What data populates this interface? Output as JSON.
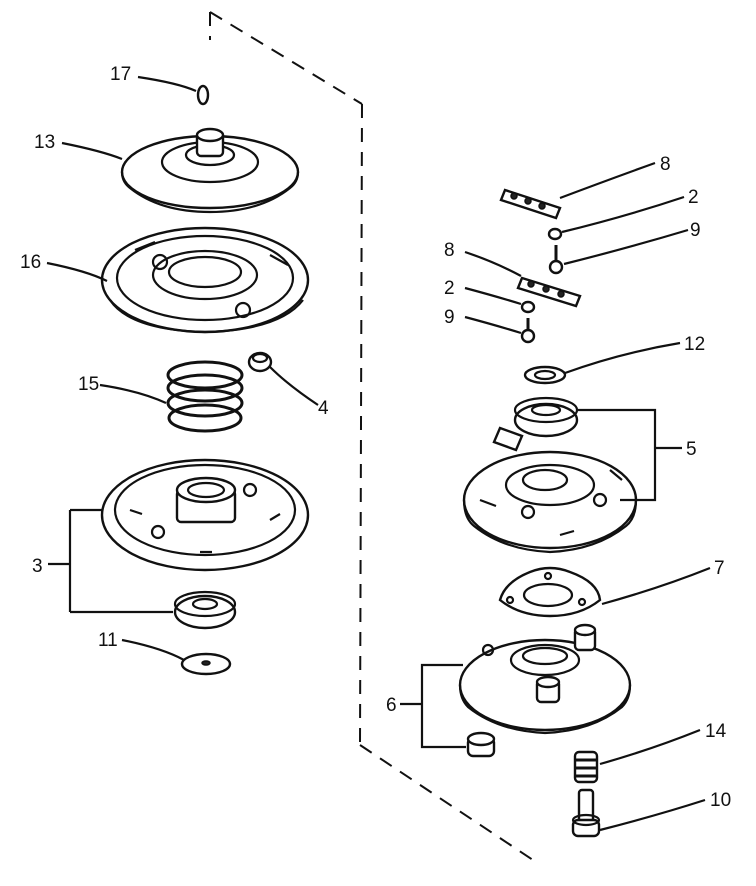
{
  "diagram": {
    "callouts": {
      "n17": "17",
      "n13": "13",
      "n16": "16",
      "n15": "15",
      "n4": "4",
      "n3": "3",
      "n11": "11",
      "n8a": "8",
      "n2a": "2",
      "n9a": "9",
      "n8b": "8",
      "n2b": "2",
      "n9b": "9",
      "n12": "12",
      "n5": "5",
      "n7": "7",
      "n6": "6",
      "n14": "14",
      "n10": "10"
    }
  }
}
